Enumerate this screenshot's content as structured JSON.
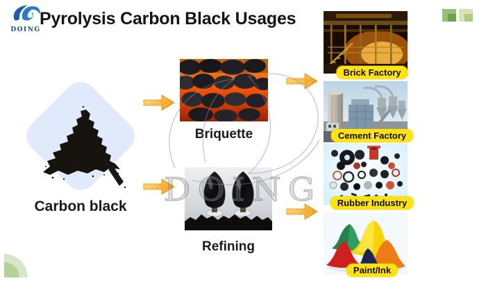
{
  "header": {
    "title": "Pyrolysis Carbon Black Usages",
    "logo_text": "DOING"
  },
  "flow": {
    "source": {
      "label": "Carbon black"
    },
    "processes": [
      {
        "label": "Briquette"
      },
      {
        "label": "Refining"
      }
    ],
    "usages": [
      {
        "label": "Brick Factory"
      },
      {
        "label": "Cement Factory"
      },
      {
        "label": "Rubber Industry"
      },
      {
        "label": "Paint/Ink"
      }
    ]
  },
  "watermark": {
    "text": "DOING"
  },
  "colors": {
    "badge_yellow": "#FFE212",
    "arrow_orange": "#F5A018",
    "diamond_blue": "#E0EAFB",
    "logo_blue": "#2F7BC3",
    "decor_green_dark": "#6DA449",
    "decor_green_light": "#D6E3BA",
    "title_black": "#141414"
  }
}
